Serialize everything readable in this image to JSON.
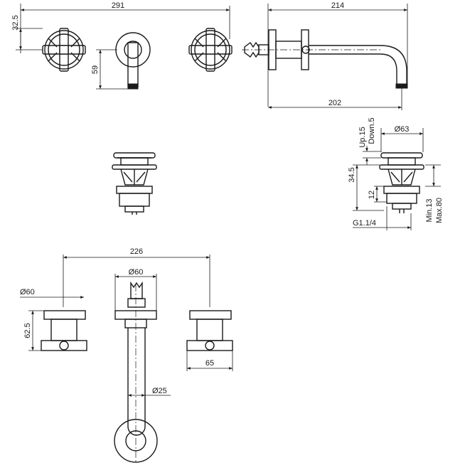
{
  "top_view": {
    "width_label": "291",
    "left_height_label": "32.5",
    "spout_drop_label": "59"
  },
  "side_view": {
    "projection_label": "214",
    "reach_label": "202"
  },
  "drain": {
    "travel_up_label": "Up.15",
    "travel_down_label": "Down.5",
    "cap_diameter_label": "Ø63",
    "body_height_label": "34.5",
    "thread_depth_label": "12",
    "thread_label": "G1.1/4",
    "min_label": "Min.13",
    "max_label": "Max.80"
  },
  "front_view": {
    "spacing_label": "226",
    "spout_rose_label": "Ø60",
    "handle_rose_label": "Ø60",
    "handle_height_label": "62.5",
    "handle_depth_label": "65",
    "spout_diameter_label": "Ø25"
  }
}
